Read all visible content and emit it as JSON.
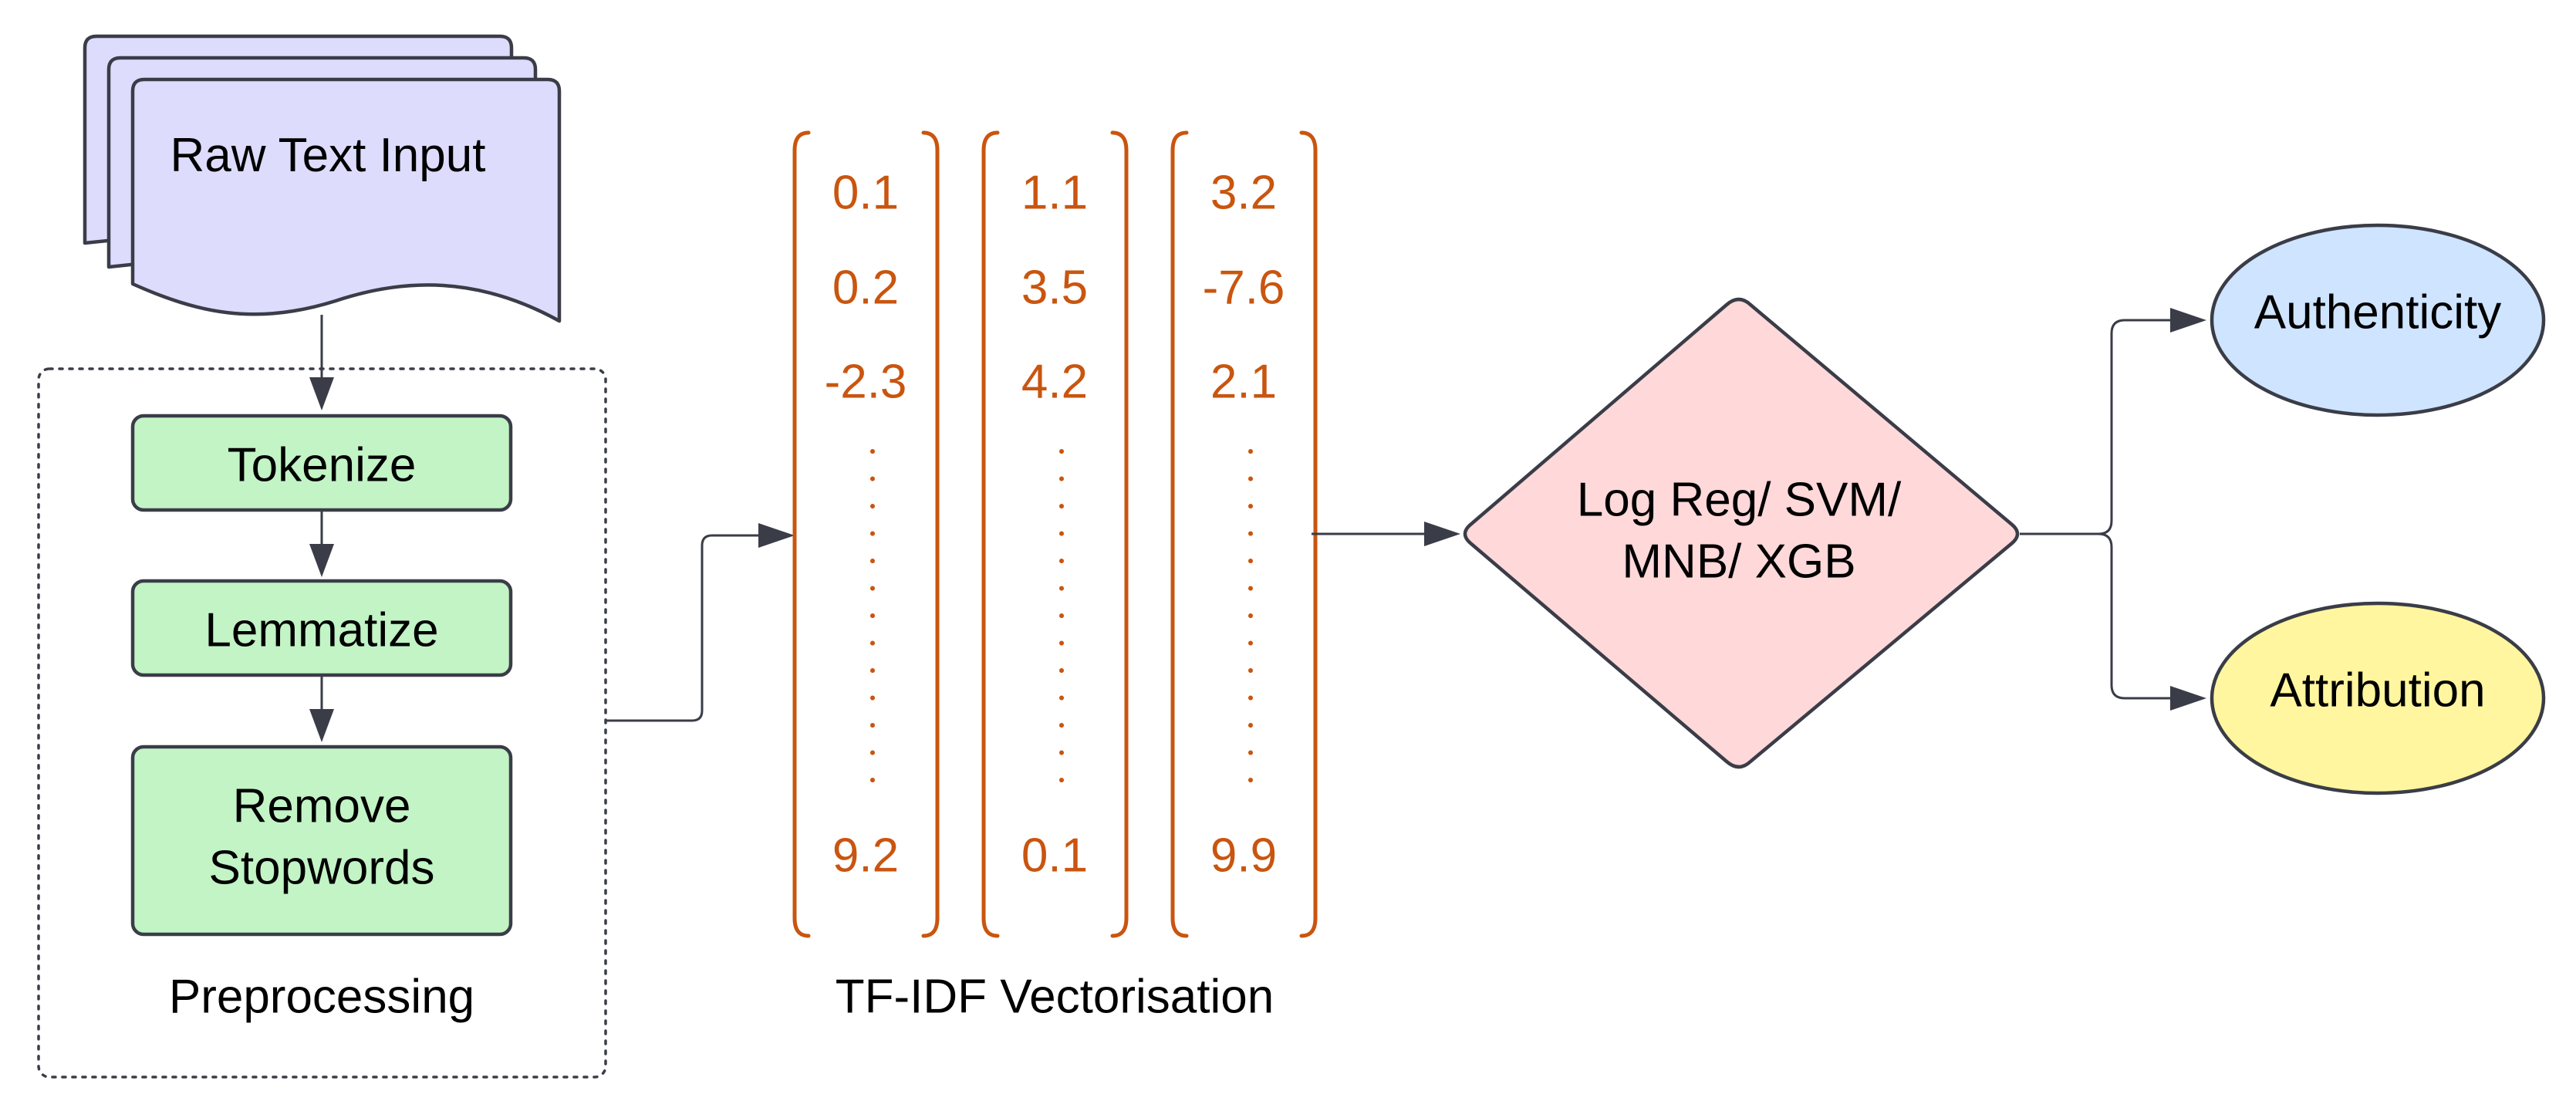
{
  "colors": {
    "document_fill": "#dddcfd",
    "step_fill": "#c2f4c6",
    "classifier_fill": "#ffd8da",
    "authenticity_fill": "#cfe4ff",
    "attribution_fill": "#fff69f",
    "vector_color": "#c9550f",
    "stroke": "#3a3d47"
  },
  "input": {
    "label": "Raw Text Input",
    "icon": "stacked-documents-icon"
  },
  "preprocessing": {
    "group_label": "Preprocessing",
    "steps": [
      {
        "lines": [
          "Tokenize"
        ]
      },
      {
        "lines": [
          "Lemmatize"
        ]
      },
      {
        "lines": [
          "Remove",
          "Stopwords"
        ]
      }
    ]
  },
  "vectorisation": {
    "label": "TF-IDF Vectorisation",
    "vectors": [
      {
        "top": [
          "0.1",
          "0.2",
          "-2.3"
        ],
        "bottom": "9.2"
      },
      {
        "top": [
          "1.1",
          "3.5",
          "4.2"
        ],
        "bottom": "0.1"
      },
      {
        "top": [
          "3.2",
          "-7.6",
          "2.1"
        ],
        "bottom": "9.9"
      }
    ]
  },
  "classifier": {
    "lines": [
      "Log Reg/ SVM/",
      "MNB/ XGB"
    ]
  },
  "outputs": {
    "authenticity": "Authenticity",
    "attribution": "Attribution"
  }
}
